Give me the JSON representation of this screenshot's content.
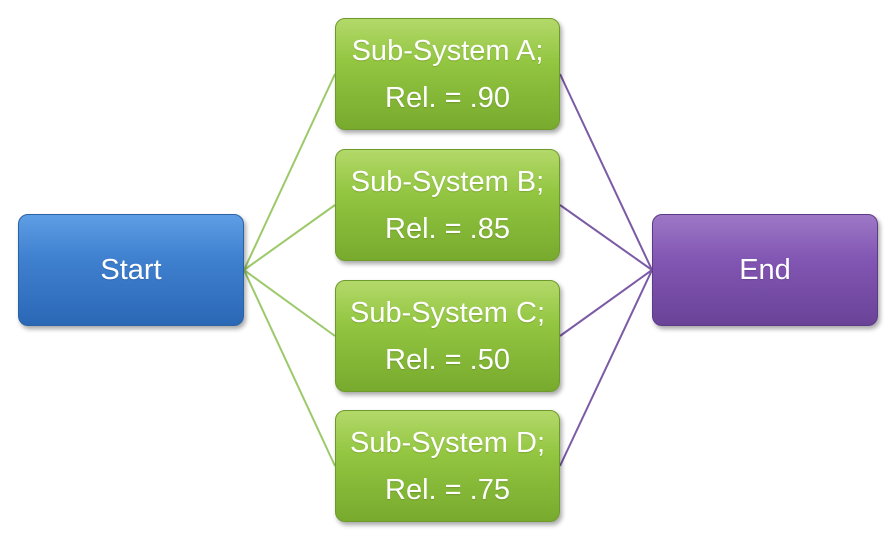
{
  "start": {
    "label": "Start",
    "color": "#3f80cf"
  },
  "end": {
    "label": "End",
    "color": "#8256b3"
  },
  "subsystems": [
    {
      "line1": "Sub-System A;",
      "line2": "Rel. = .90",
      "reliability": 0.9
    },
    {
      "line1": "Sub-System B;",
      "line2": "Rel. = .85",
      "reliability": 0.85
    },
    {
      "line1": "Sub-System C;",
      "line2": "Rel. = .50",
      "reliability": 0.5
    },
    {
      "line1": "Sub-System D;",
      "line2": "Rel. = .75",
      "reliability": 0.75
    }
  ],
  "colors": {
    "subsystem_fill": "#92c540",
    "start_connector": "#9cc96a",
    "end_connector": "#7b5aa6"
  }
}
